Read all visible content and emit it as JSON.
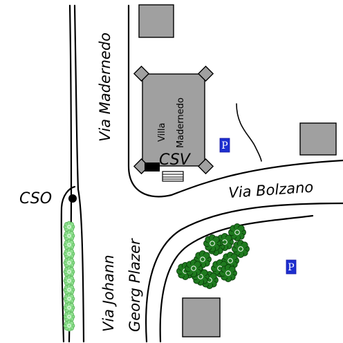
{
  "streets": {
    "madernedo": "Via Madernedo",
    "bolzano": "Via Bolzano",
    "plazer_line1": "Via Johann",
    "plazer_line2": "Georg Plazer"
  },
  "buildings": {
    "villa_line1": "Villa",
    "villa_line2": "Madernedo"
  },
  "markers": {
    "csv": "CSV",
    "cso": "CSO"
  },
  "parking": {
    "symbol": "P"
  },
  "colors": {
    "building_fill": "#a0a0a0",
    "tree_dark": "#1f7a1f",
    "tree_light": "#8fe08f",
    "parking_blue": "#1d2fd0"
  }
}
